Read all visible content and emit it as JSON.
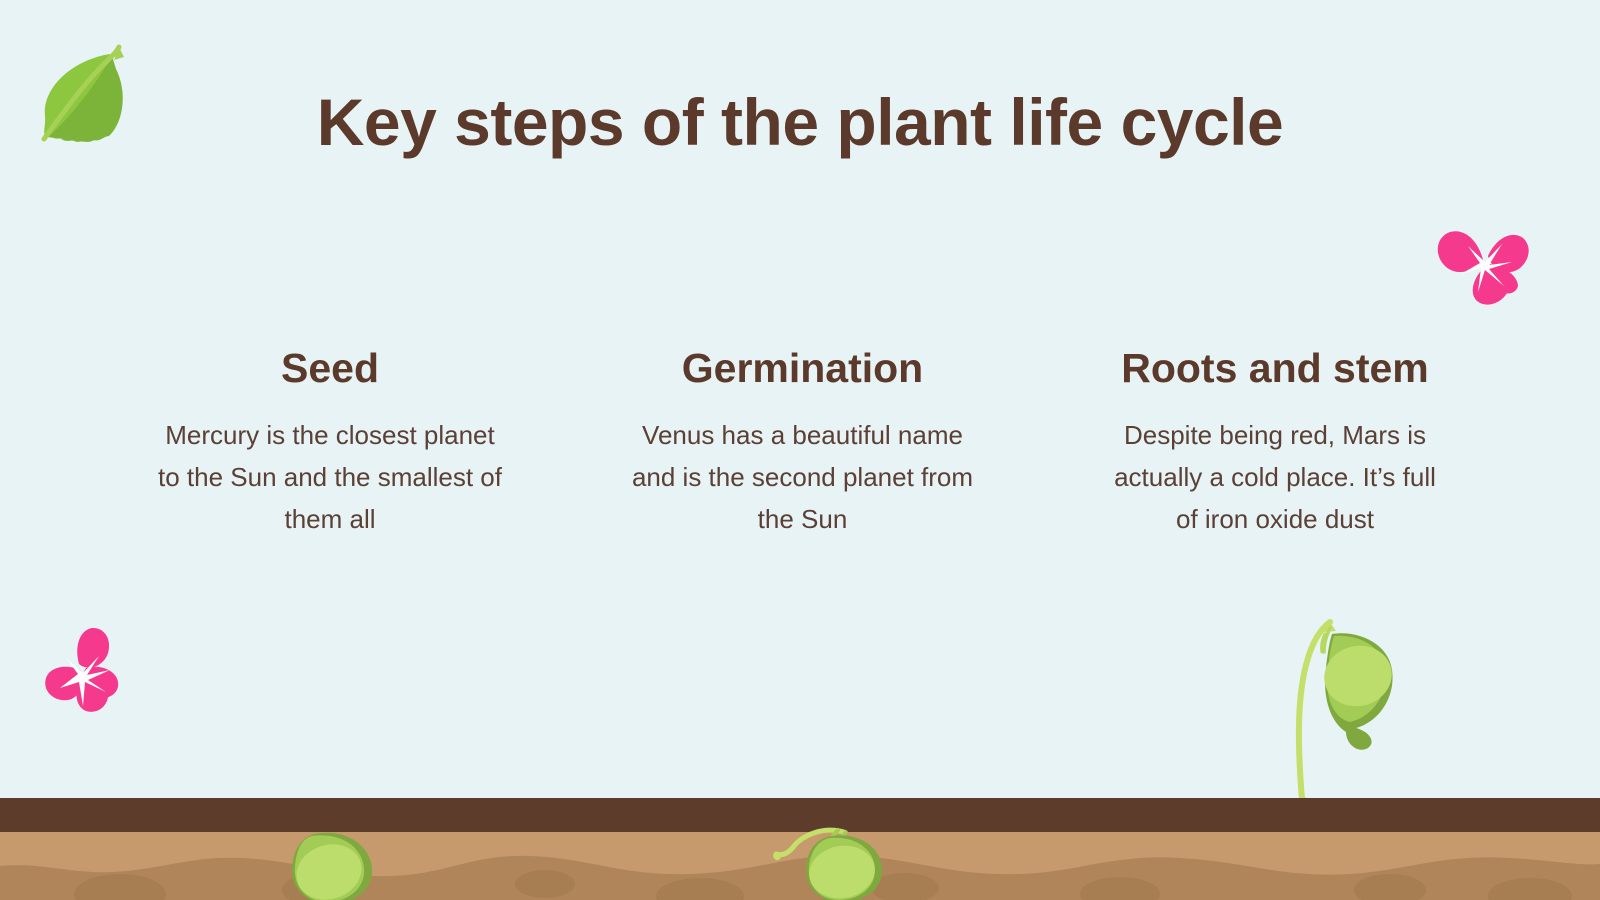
{
  "slide": {
    "title": "Key steps of the plant life cycle",
    "background_color": "#e7f3f5",
    "heading_color": "#5b3a2b",
    "body_color": "#5b4036"
  },
  "columns": [
    {
      "heading": "Seed",
      "body": "Mercury is the closest planet to the Sun and the smallest of them all"
    },
    {
      "heading": "Germination",
      "body": "Venus has a beautiful name and is the second planet from the Sun"
    },
    {
      "heading": "Roots and stem",
      "body": "Despite being red, Mars is actually a cold place. It’s full of iron oxide dust"
    }
  ],
  "decorations": {
    "leaf": {
      "name": "leaf-icon",
      "color": "#8dc63f",
      "shade_color": "#7cb43a"
    },
    "flower_right": {
      "name": "flower-icon",
      "color": "#f5398c",
      "center_color": "#ffffff"
    },
    "flower_left": {
      "name": "flower-icon",
      "color": "#f5398c",
      "center_color": "#ffffff"
    },
    "seedling": {
      "name": "sprouted-seedling-illustration",
      "stem_color": "#c4df6a",
      "pod_color": "#b4d95e"
    },
    "buried_seed": {
      "name": "buried-seed-illustration",
      "color": "#b4d95e"
    },
    "sprouting_seed": {
      "name": "germinating-seed-illustration",
      "color": "#b4d95e"
    }
  },
  "ground": {
    "name": "soil-ground",
    "dark_band_color": "#5e3c2c",
    "soil_color": "#c79a6d",
    "texture_color": "#b0855a"
  }
}
